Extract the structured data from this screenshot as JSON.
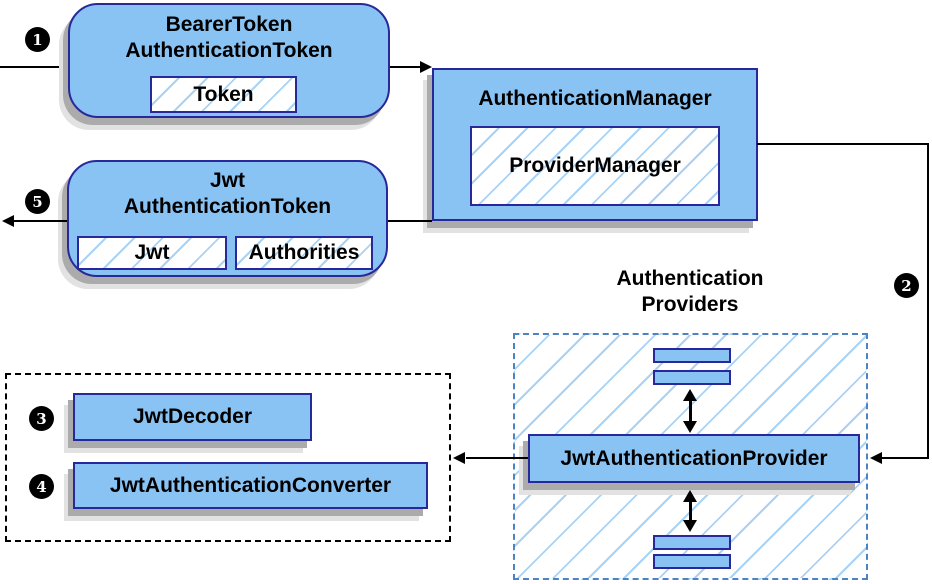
{
  "colors": {
    "box_fill": "#89c3f4",
    "box_border": "#28289a",
    "hatch_line": "#a9d2f4",
    "dashed_blue": "#4d82c4",
    "shadow_dark": "#ababab",
    "shadow_light": "#e2e2e2",
    "badge_bg": "#000000",
    "badge_text": "#ffffff",
    "arrow": "#000000"
  },
  "badges": {
    "step1": "1",
    "step2": "2",
    "step3": "3",
    "step4": "4",
    "step5": "5"
  },
  "nodes": {
    "bearer_token": {
      "line1": "BearerToken",
      "line2": "AuthenticationToken",
      "field": "Token"
    },
    "auth_manager": {
      "title": "AuthenticationManager",
      "field": "ProviderManager"
    },
    "jwt_auth_token": {
      "line1": "Jwt",
      "line2": "AuthenticationToken",
      "field1": "Jwt",
      "field2": "Authorities"
    },
    "providers_group": {
      "line1": "Authentication",
      "line2": "Providers"
    },
    "jwt_provider": {
      "title": "JwtAuthenticationProvider"
    },
    "jwt_decoder": {
      "title": "JwtDecoder"
    },
    "jwt_converter": {
      "title": "JwtAuthenticationConverter"
    }
  }
}
